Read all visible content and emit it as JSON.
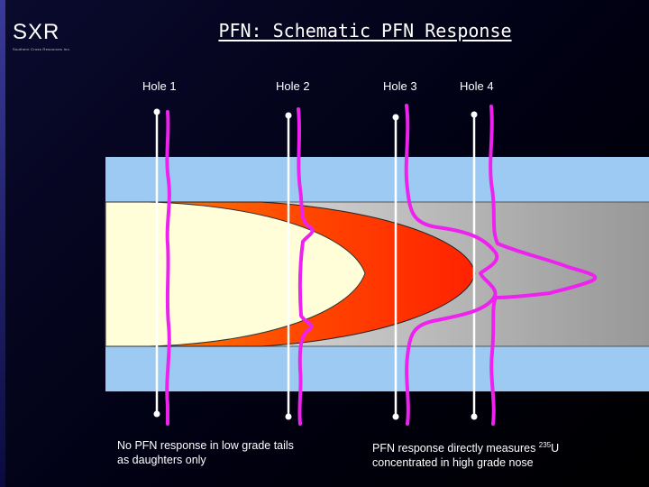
{
  "logo": {
    "text": "SXR",
    "tagline": "Southern Cross Resources Inc."
  },
  "title": "PFN: Schematic PFN Response",
  "holes": [
    {
      "label": "Hole 1"
    },
    {
      "label": "Hole 2"
    },
    {
      "label": "Hole 3"
    },
    {
      "label": "Hole 4"
    }
  ],
  "captions": {
    "left": {
      "line1": "No PFN response in low grade tails",
      "line2": "as daughters only"
    },
    "right": {
      "line1_before": "PFN response directly measures ",
      "isotope_sup": "235",
      "line1_after": "U",
      "line2": "concentrated in high grade nose"
    }
  },
  "colors": {
    "background": "#000018",
    "upper_lower_band": "#99c6f0",
    "host_gradient_left": "#e8e8e8",
    "host_gradient_right": "#9a9a9a",
    "orebody_nose": "#ff3d00",
    "orebody_tail": "#fffed6",
    "pfn_trace": "#ee22ee",
    "drillhole": "#ffffff"
  },
  "icons": {
    "drill-marker": "filled-circle"
  }
}
